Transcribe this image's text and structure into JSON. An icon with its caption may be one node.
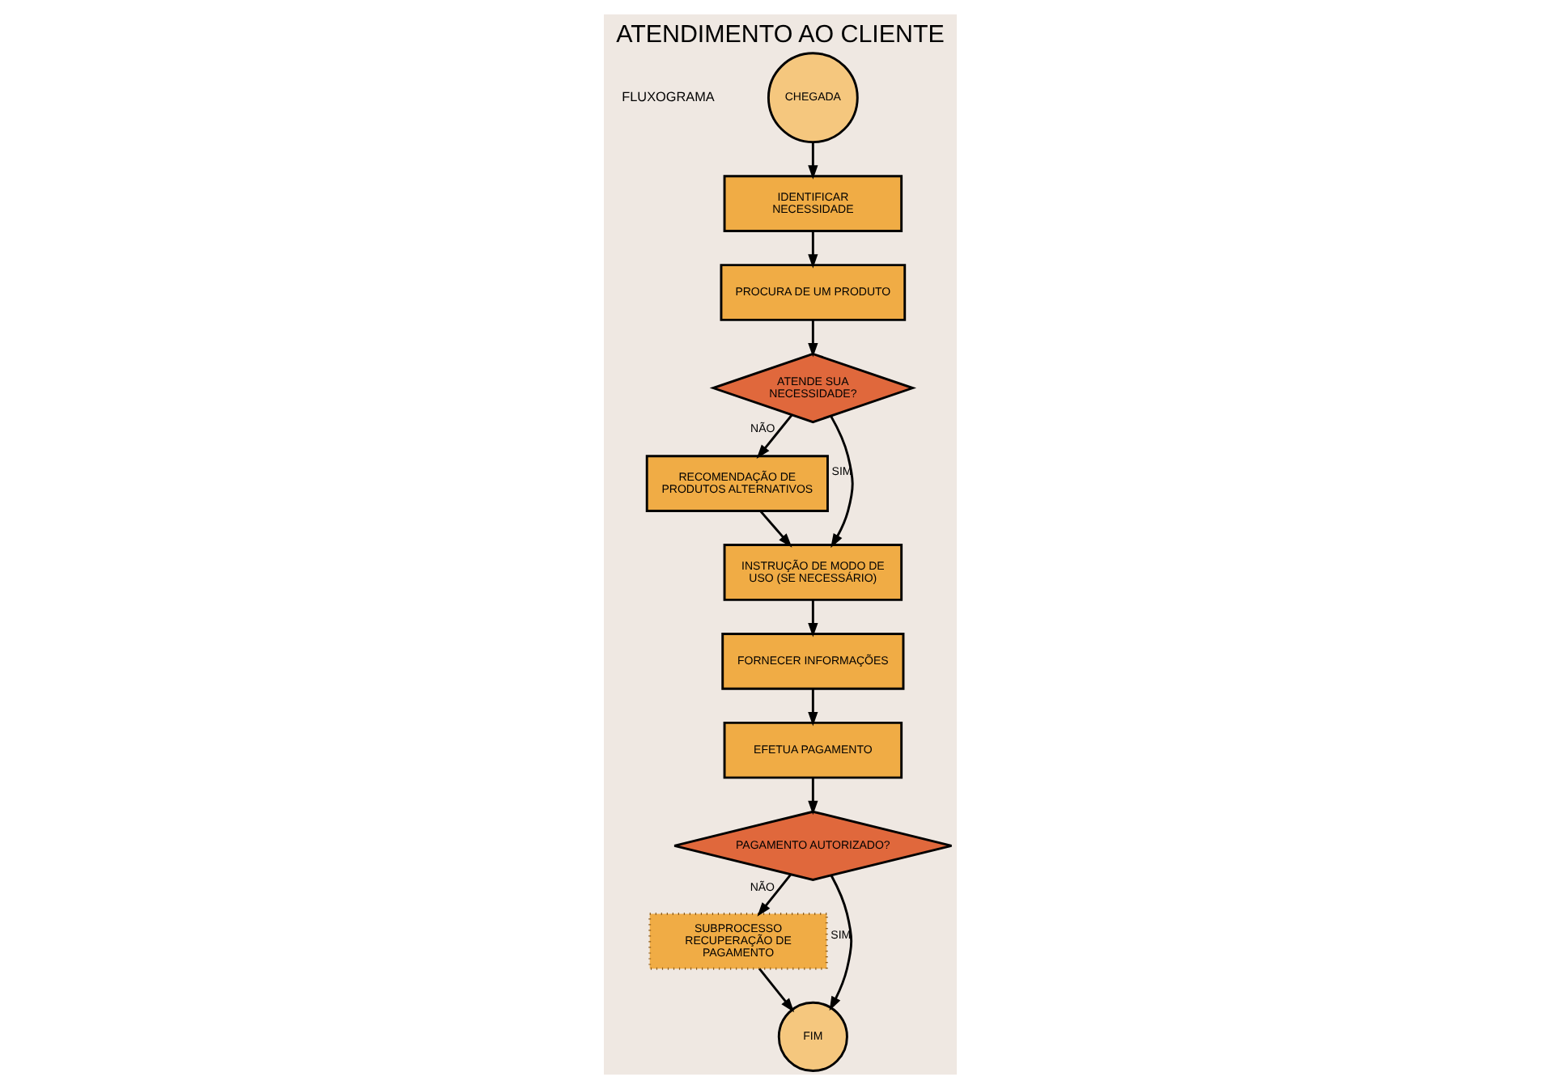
{
  "diagram": {
    "title": "ATENDIMENTO AO CLIENTE",
    "nodes": [
      {
        "text": [
          "CHEGADA"
        ]
      },
      {
        "text": [
          "IDENTIFICAR NECESSIDADE"
        ]
      },
      {
        "text": [
          "PROCURA DE UM PRODUTO"
        ]
      },
      {
        "text": [
          "ATENDE SUA NECESSIDADE?"
        ]
      },
      {
        "text": [
          "RECOMENDAÇÃO DE PRODUTOS ALTERNATIVOS"
        ]
      },
      {
        "text": [
          "INSTRUÇÃO DE MODO DE USO (SE NECESSÁRIO)"
        ]
      },
      {
        "text": [
          "FORNECER INFORMAÇÕES"
        ]
      },
      {
        "text": [
          "EFETUA PAGAMENTO"
        ]
      },
      {
        "text": [
          "PAGAMENTO AUTORIZADO?"
        ]
      },
      {
        "text": [
          "SUBPROCESSO RECUPERAÇÃO DE PAGAMENTO"
        ]
      },
      {
        "text": [
          "FIM"
        ]
      }
    ],
    "edges": [
      {
        "from": 0,
        "to": 1,
        "arrow": "to"
      },
      {
        "from": 1,
        "to": 2,
        "arrow": "to"
      },
      {
        "from": 2,
        "to": 3,
        "arrow": "to"
      },
      {
        "from": 3,
        "to": 4,
        "arrow": "to",
        "label": "NÃO"
      },
      {
        "from": 3,
        "to": 5,
        "arrow": "to",
        "label": "SIM"
      },
      {
        "from": 4,
        "to": 5,
        "arrow": "to"
      },
      {
        "from": 5,
        "to": 6,
        "arrow": "to"
      },
      {
        "from": 6,
        "to": 7,
        "arrow": "to"
      },
      {
        "from": 7,
        "to": 8,
        "arrow": "to"
      },
      {
        "from": 8,
        "to": 9,
        "arrow": "to",
        "label": "NÃO"
      },
      {
        "from": 8,
        "to": 10,
        "arrow": "to",
        "label": "SIM"
      },
      {
        "from": 9,
        "to": 10,
        "arrow": "to"
      }
    ],
    "labels": [
      "FLUXOGRAMA"
    ]
  }
}
